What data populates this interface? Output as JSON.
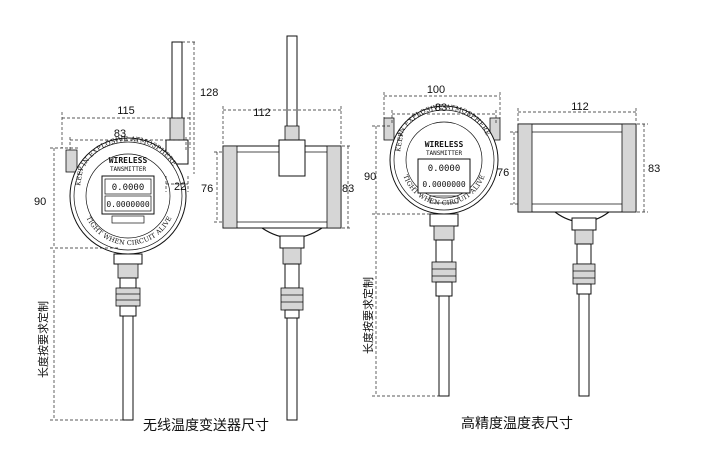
{
  "wireless": {
    "caption": "无线温度变送器尺寸",
    "dims": {
      "w115": "115",
      "w83": "83",
      "h90": "90",
      "h128": "128",
      "w22": "22",
      "w112": "112",
      "h76": "76",
      "h83": "83"
    },
    "length_label": "长度按要求定制",
    "face": {
      "ring_top": "IN EXPLOSIVE ATMOSPHERE",
      "ring_bottom": "TIGHT WHEN CIRCUIT ALIVE",
      "ring_left": "KEEP",
      "brand": "WIRELESS",
      "subtitle": "TANSMITTER",
      "reading_1": "0.0000",
      "reading_2": "0.0000000"
    }
  },
  "precision": {
    "caption": "高精度温度表尺寸",
    "dims": {
      "w100": "100",
      "w83": "83",
      "h90": "90",
      "w112": "112",
      "h76": "76",
      "h83": "83"
    },
    "length_label": "长度按要求定制",
    "face": {
      "ring_top": "IN EXPLOSIVE ATMOSPHERE",
      "ring_bottom": "TIGHT WHEN CIRCUIT ALIVE",
      "ring_left": "KEEP",
      "brand": "WIRELESS",
      "subtitle": "TANSMITTER",
      "reading_1": "0.0000",
      "reading_2": "0.0000000"
    }
  },
  "colors": {
    "line": "#111111",
    "shade": "#d6d6d6",
    "dark_fill": "#8a8a8a",
    "background": "#ffffff"
  }
}
